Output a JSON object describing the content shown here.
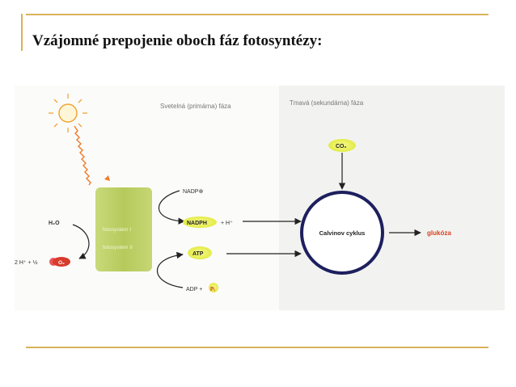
{
  "slide": {
    "title": "Vzájomné prepojenie oboch fáz fotosyntézy:"
  },
  "colors": {
    "accent_rule": "#d9b25a",
    "photosystem_fill": "#b9cd62",
    "highlight_yellow": "#e4ec3a",
    "oxygen_red": "#d83a2c",
    "product_red": "#d8401f",
    "cycle_stroke": "#1d1f5e",
    "dark_phase_bg": "#f2f3f1"
  },
  "diagram": {
    "phase_light": "Svetelná (primárna) fáza",
    "phase_dark": "Tmavá (sekundárna) fáza",
    "photosystem_1": "fotosystém I",
    "photosystem_2": "fotosystém II",
    "water": "H₂O",
    "oxygen_products_prefix": "2 H⁺ + ½",
    "oxygen": "O₂",
    "nadp": "NADP⊕",
    "nadph": "NADPH",
    "plus_h": "+ H⁺",
    "atp": "ATP",
    "adp": "ADP +",
    "pi": "Pᵢ",
    "co2": "CO₂",
    "cycle": "Calvinov cyklus",
    "product": "glukóza",
    "sun_icon": "sun-icon"
  }
}
